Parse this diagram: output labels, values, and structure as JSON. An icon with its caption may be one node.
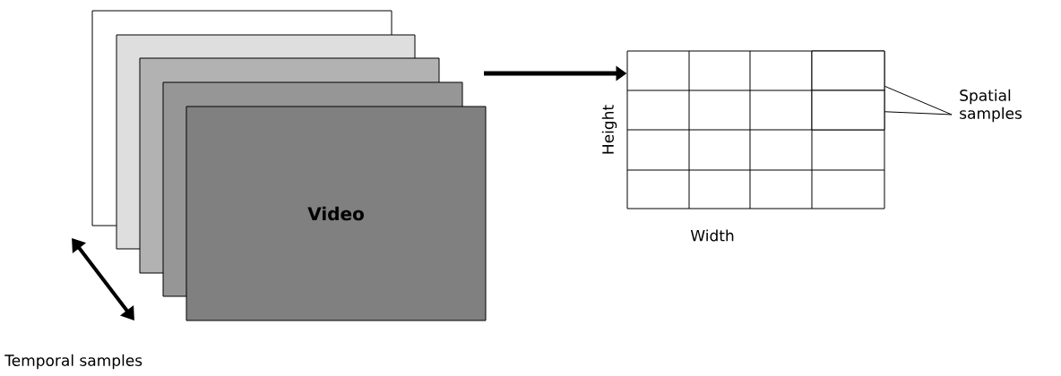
{
  "diagram": {
    "nodes": [
      {
        "text": [
          "Video"
        ]
      },
      {
        "text": [],
        "shape": "box"
      },
      {
        "text": [],
        "shape": "box",
        "in": 1
      },
      {
        "text": [],
        "shape": "box",
        "in": 1
      },
      {
        "text": [
          "Spatial samples"
        ]
      }
    ],
    "edges": [
      {
        "from": null,
        "to": 1,
        "arrow": "to",
        "style": "thick"
      },
      {
        "from": 4,
        "to": 2,
        "arrow": "none"
      },
      {
        "from": 4,
        "to": 3,
        "arrow": "none"
      }
    ],
    "labels": [
      "Height",
      "Width",
      "Temporal samples"
    ]
  }
}
